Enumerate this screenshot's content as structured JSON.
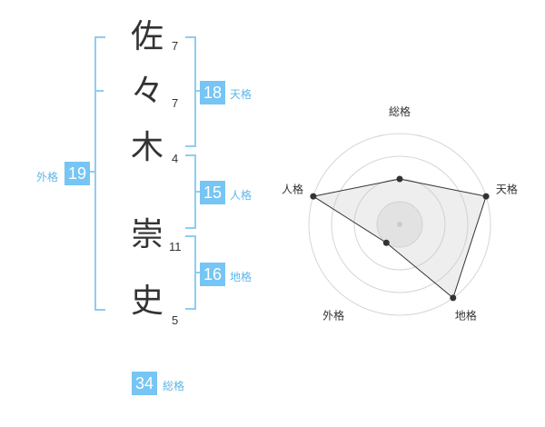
{
  "name": {
    "characters": [
      {
        "char": "佐",
        "strokes": "7"
      },
      {
        "char": "々",
        "strokes": "7"
      },
      {
        "char": "木",
        "strokes": "4"
      },
      {
        "char": "崇",
        "strokes": "11"
      },
      {
        "char": "史",
        "strokes": "5"
      }
    ]
  },
  "fortunes": {
    "tenkaku": {
      "value": "18",
      "label": "天格"
    },
    "jinkaku": {
      "value": "15",
      "label": "人格"
    },
    "chikaku": {
      "value": "16",
      "label": "地格"
    },
    "gaikaku": {
      "value": "19",
      "label": "外格"
    },
    "soukaku": {
      "value": "34",
      "label": "総格"
    }
  },
  "colors": {
    "accent": "#76c5f4",
    "bracket": "#8fcdf0",
    "label": "#5db6ea",
    "text": "#333333"
  },
  "chart_data": {
    "type": "radar",
    "axes": [
      "総格",
      "天格",
      "地格",
      "外格",
      "人格"
    ],
    "levels": 4,
    "max": 4,
    "values": [
      2,
      4,
      4,
      1,
      4
    ]
  }
}
